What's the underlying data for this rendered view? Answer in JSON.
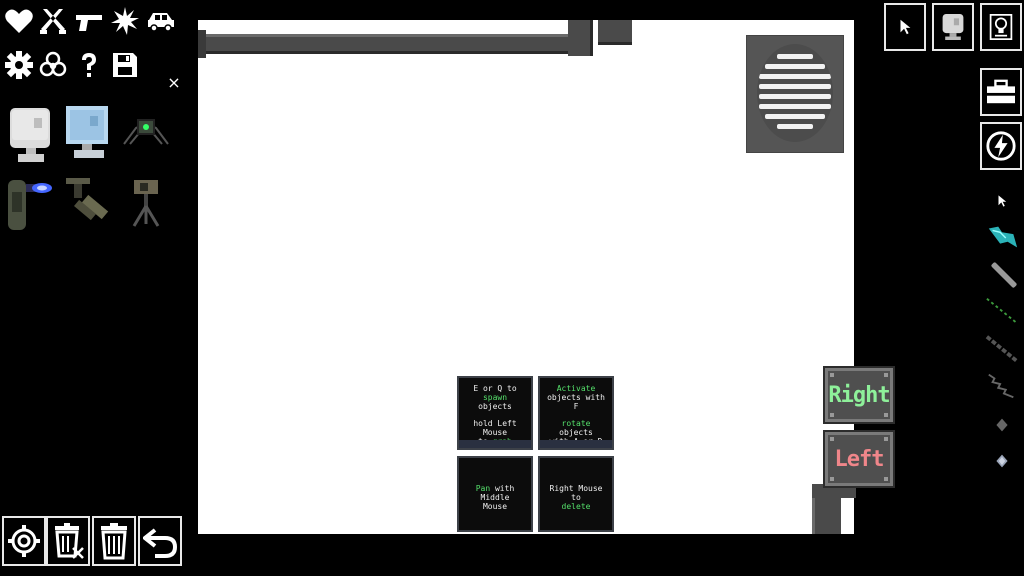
{
  "sidebar": {
    "categories": [
      {
        "icon": "heart-icon"
      },
      {
        "icon": "crossed-swords-icon"
      },
      {
        "icon": "pistol-icon"
      },
      {
        "icon": "explosion-icon"
      },
      {
        "icon": "car-icon"
      },
      {
        "icon": "gear-icon"
      },
      {
        "icon": "biohazard-icon"
      },
      {
        "icon": "question-icon"
      },
      {
        "icon": "floppy-disk-icon"
      }
    ],
    "close_label": "×",
    "items": [
      {
        "icon": "white-monitor-icon"
      },
      {
        "icon": "blue-monitor-icon"
      },
      {
        "icon": "spider-drone-icon"
      },
      {
        "icon": "blue-laser-emitter-icon"
      },
      {
        "icon": "broken-turret-icon"
      },
      {
        "icon": "camera-tripod-icon"
      }
    ]
  },
  "tutorial": {
    "panel1": {
      "l1": "E or Q to ",
      "l1_hl": "spawn",
      "l2": "objects",
      "l3": "hold Left Mouse",
      "l4": "to ",
      "l4_hl": "grab"
    },
    "panel2": {
      "l1_hl": "Activate",
      "l2": "objects with F",
      "l3_hl": "rotate",
      "l3": " objects",
      "l4": "with A or D"
    },
    "panel3": {
      "l1_hl": "Pan",
      "l1": " with Middle",
      "l2": "Mouse"
    },
    "panel4": {
      "l1": "Right Mouse to",
      "l2_hl": "delete"
    },
    "highlight_color": "#55e06b"
  },
  "direction_buttons": {
    "right": {
      "label": "Right",
      "color": "#8ef09a"
    },
    "left": {
      "label": "Left",
      "color": "#f0868a"
    }
  },
  "top_tools": [
    {
      "icon": "cursor-icon"
    },
    {
      "icon": "monitor-icon"
    },
    {
      "icon": "lightbulb-book-icon"
    }
  ],
  "right_tools": [
    {
      "icon": "toolbox-icon"
    },
    {
      "icon": "lightning-circle-icon"
    }
  ],
  "right_strip": [
    {
      "icon": "cursor-icon"
    },
    {
      "icon": "cyan-shard-icon"
    },
    {
      "icon": "rod-icon"
    },
    {
      "icon": "green-dotted-line-icon"
    },
    {
      "icon": "chain-icon"
    },
    {
      "icon": "spring-icon"
    },
    {
      "icon": "gray-gem-icon"
    },
    {
      "icon": "silver-gem-icon"
    }
  ],
  "bottom_toolbar": [
    {
      "icon": "settings-gear-icon"
    },
    {
      "icon": "clear-trash-icon"
    },
    {
      "icon": "trash-icon"
    },
    {
      "icon": "undo-icon"
    }
  ],
  "colors": {
    "background": "#000000",
    "canvas": "#ffffff",
    "pipe": "#4a4a4a"
  }
}
